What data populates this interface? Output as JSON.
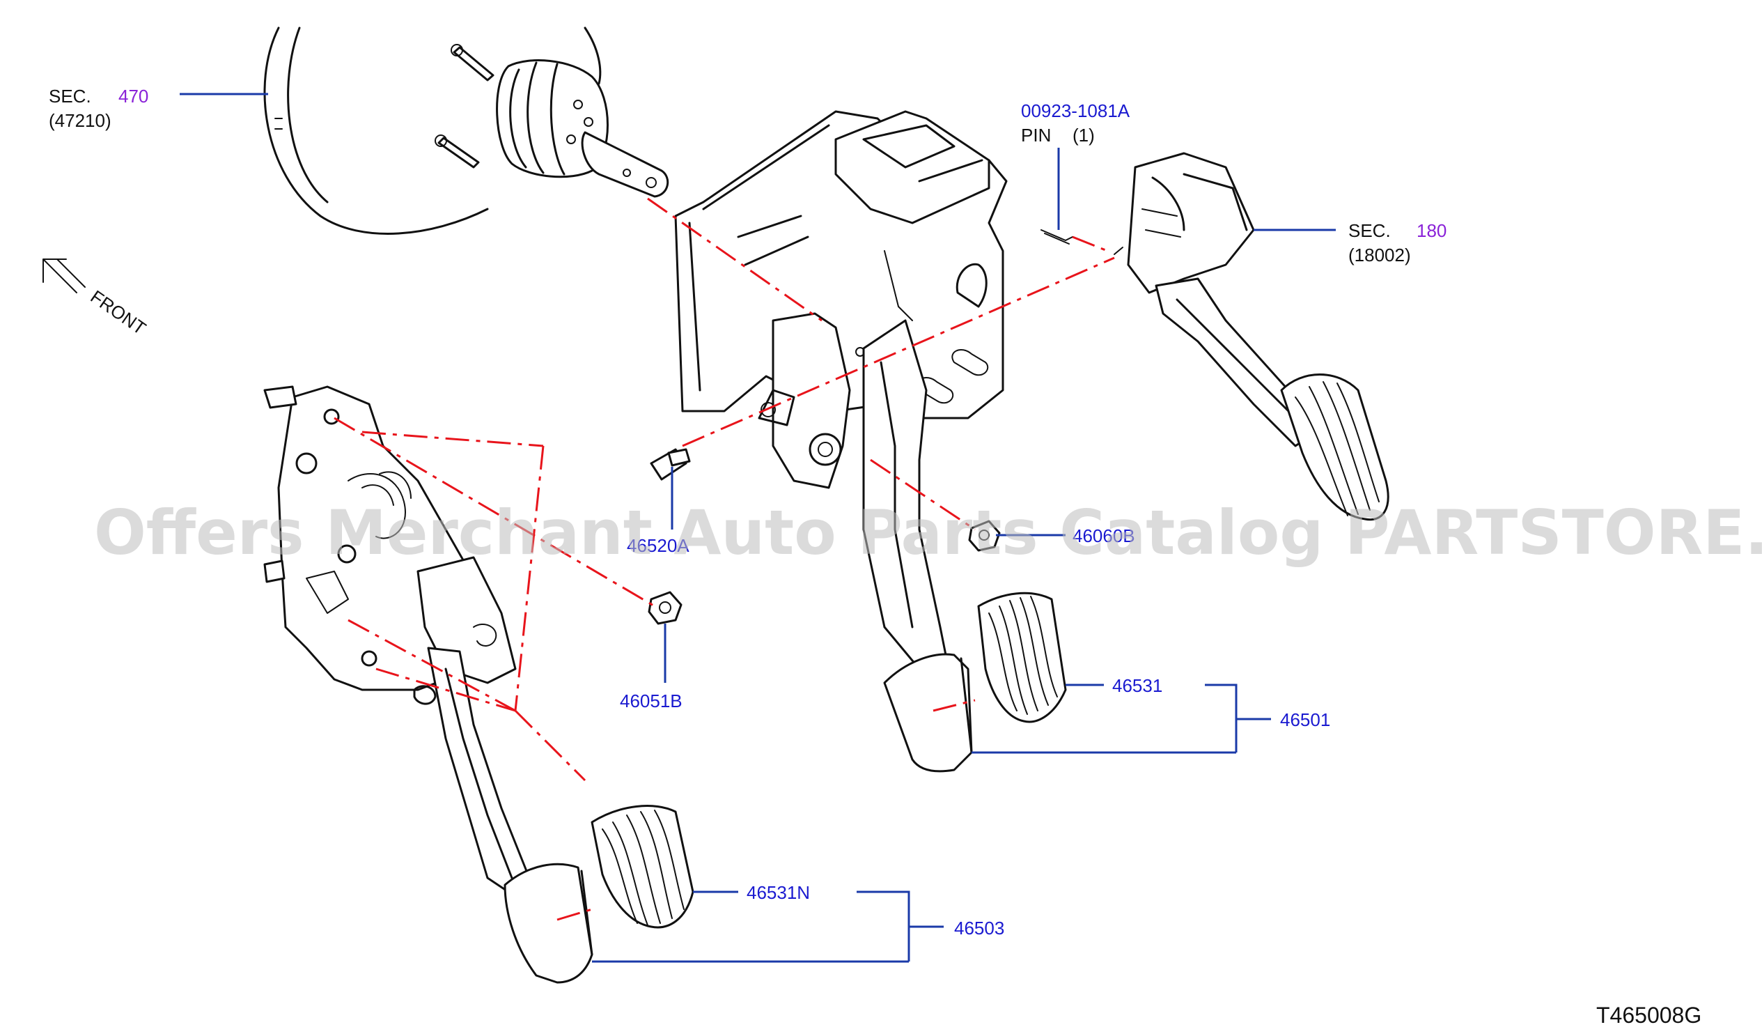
{
  "colors": {
    "part_number": "#1a1ad0",
    "section_number": "#8a22d8",
    "leader": "#1a3aa8",
    "centerline": "#e8141b"
  },
  "labels": {
    "sec1_prefix": "SEC.",
    "sec1_number": "470",
    "sec1_code": "(47210)",
    "sec2_prefix": "SEC.",
    "sec2_number": "180",
    "sec2_code": "(18002)",
    "pin_number": "00923-1081A",
    "pin_name": "PIN",
    "pin_qty": "(1)",
    "front": "FRONT",
    "bolt": "46520A",
    "nut_upper": "46060B",
    "nut_lower": "46051B",
    "pad_brake": "46531",
    "assy_brake": "46501",
    "pad_clutch": "46531N",
    "assy_clutch": "46503",
    "drawing_code": "T465008G"
  },
  "watermark": "Offers Merchant Auto Parts Catalog PARTSTORE.SA"
}
